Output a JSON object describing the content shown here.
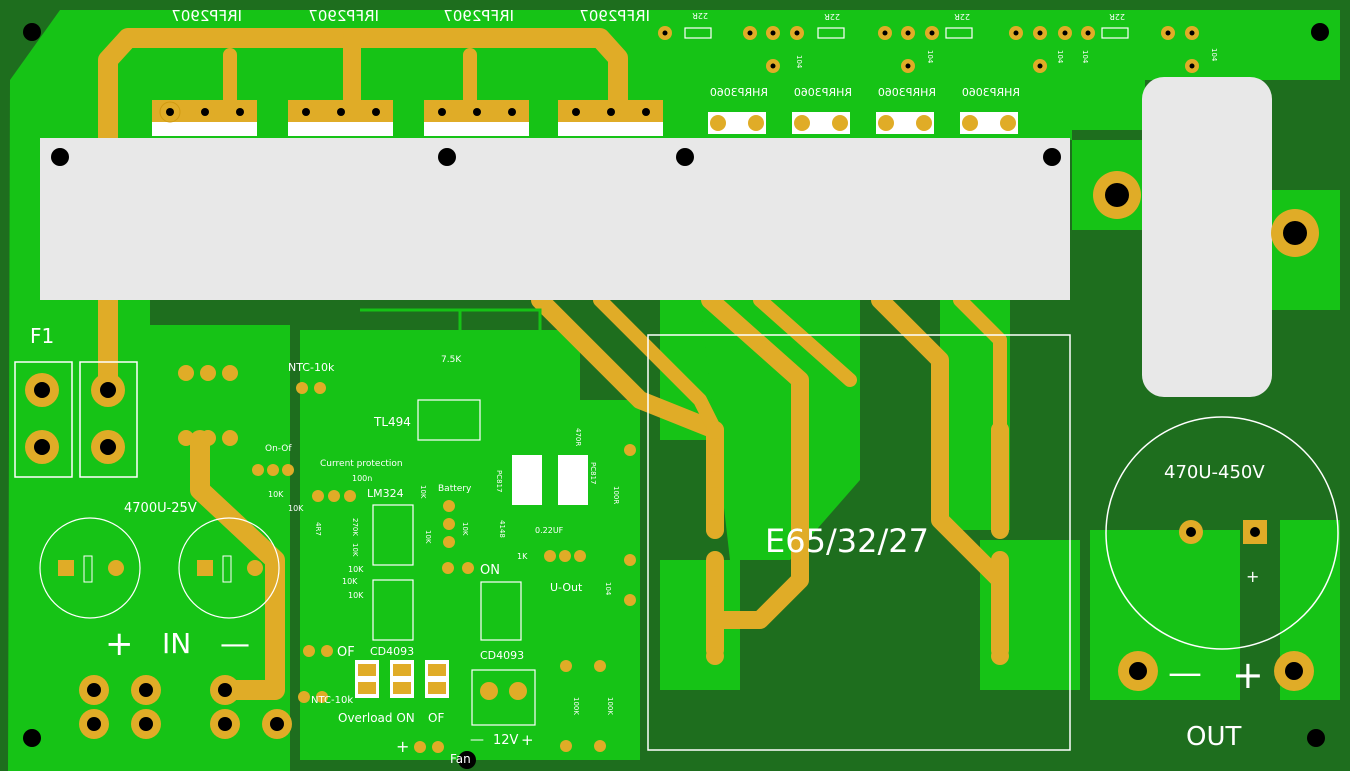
{
  "board": {
    "colors": {
      "substrate": "#1e6e1e",
      "copper_pour": "#16c316",
      "trace": "#e0ac27",
      "pad": "#e0ac27",
      "hole": "#000000",
      "silkscreen": "#ffffff",
      "heatsink": "#e8e8e8"
    }
  },
  "labels": {
    "mosfet_1": "IRFP2907",
    "mosfet_2": "IRFP2907",
    "mosfet_3": "IRFP2907",
    "mosfet_4": "IRFP2907",
    "res_22r_1": "22R",
    "res_22r_2": "22R",
    "res_22r_3": "22R",
    "res_22r_4": "22R",
    "cap_104_1": "104",
    "cap_104_2": "104",
    "cap_104_3": "104",
    "cap_104_4": "104",
    "cap_104_5": "104",
    "diode_1": "RHRP3060",
    "diode_2": "RHRP3060",
    "diode_3": "RHRP3060",
    "diode_4": "RHRP3060",
    "fuse": "F1",
    "ntc_top": "NTC-10k",
    "res_7k5": "7.5K",
    "ic_tl494": "TL494",
    "switch_onoff": "On-Of",
    "current_protection": "Current protection",
    "cap_100n": "100n",
    "res_10k_a": "10K",
    "res_10k_b": "10K",
    "ic_lm324": "LM324",
    "res_10k_c": "10K",
    "battery": "Battery",
    "res_10k_d": "10K",
    "res_10k_e": "10K",
    "opto_1": "PC817",
    "opto_2": "PC817",
    "res_470r": "470R",
    "res_100r": "100R",
    "res_4r7": "4R7",
    "res_270k": "270K",
    "res_10k_f": "10K",
    "diode_4148": "4148",
    "cap_022": "0.22UF",
    "res_1k": "1K",
    "res_10k_g": "10K",
    "res_10k_h": "10K",
    "res_10k_i": "10K",
    "on_label": "ON",
    "uout": "U-Out",
    "cap_104_6": "104",
    "in_cap": "4700U-25V",
    "in_label": "IN",
    "in_minus": "—",
    "of_label": "OF",
    "ic_cd4093_a": "CD4093",
    "ic_cd4093_b": "CD4093",
    "ntc_bottom": "NTC-10k",
    "overload_on": "Overload ON",
    "of_label_2": "OF",
    "fan": "Fan",
    "fan_plus": "+",
    "v12_minus": "—",
    "v12": "12V",
    "v12_plus": "+",
    "res_100k_1": "100K",
    "res_100k_2": "100K",
    "transformer": "E65/32/27",
    "out_cap": "470U-450V",
    "out_label": "OUT",
    "out_plus": "+"
  }
}
